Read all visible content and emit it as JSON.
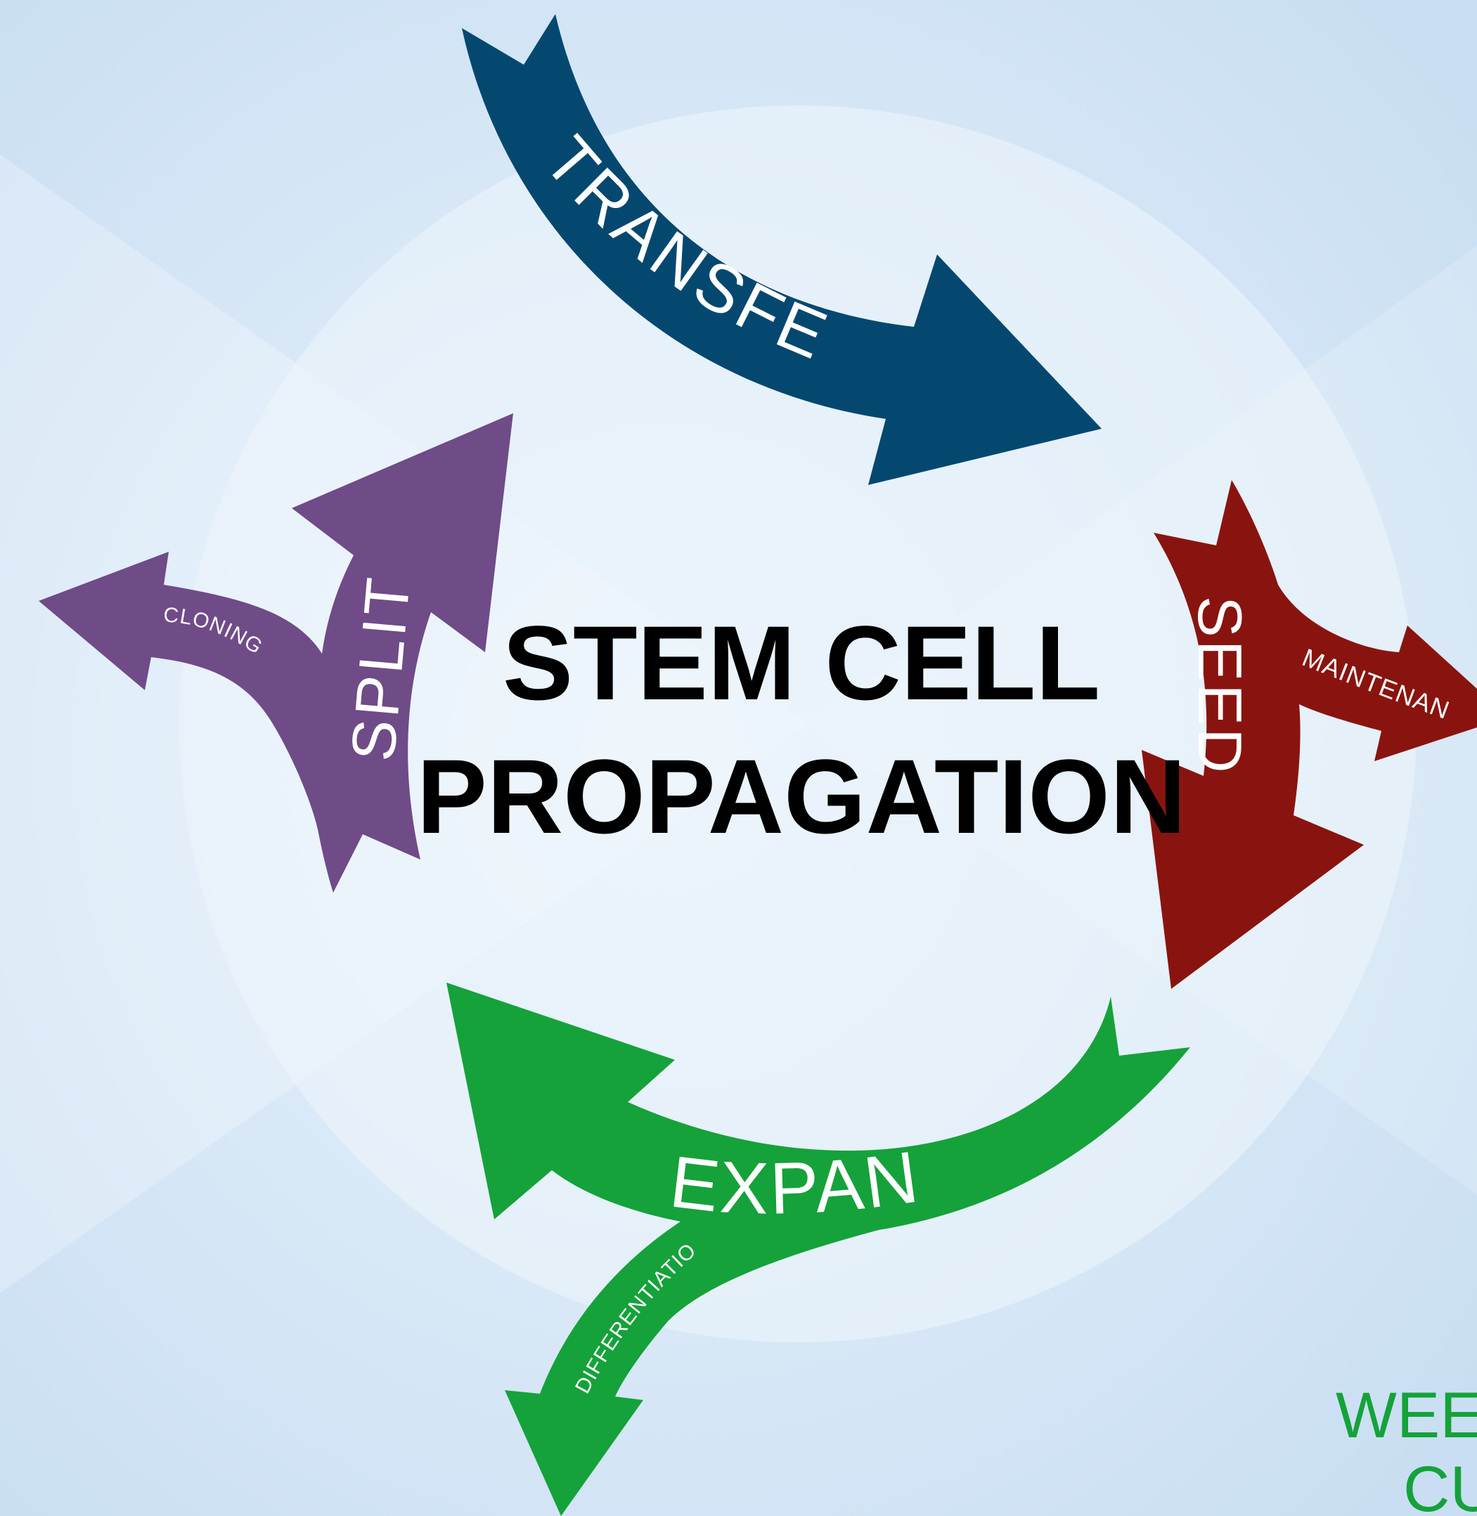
{
  "title": {
    "line1": "STEM CELL",
    "line2": "PROPAGATION"
  },
  "steps": {
    "transfer": {
      "label": "TRANSFER",
      "color": "#044870"
    },
    "seed": {
      "label": "SEED",
      "branch": "MAINTENANCE",
      "color": "#89140f"
    },
    "expand": {
      "label": "EXPAND",
      "branch": "DIFFERENTIATION",
      "color": "#15a23a"
    },
    "split": {
      "label": "SPLIT",
      "branch": "CLONING",
      "color": "#6f4b88"
    }
  },
  "footer": {
    "line1": "WEEKE",
    "line2": "CUL",
    "color": "#15a23a"
  },
  "colors": {
    "background": "#cfe3f5",
    "circle": "#eef5fc",
    "title": "#000000",
    "arrow_text": "#ffffff"
  }
}
